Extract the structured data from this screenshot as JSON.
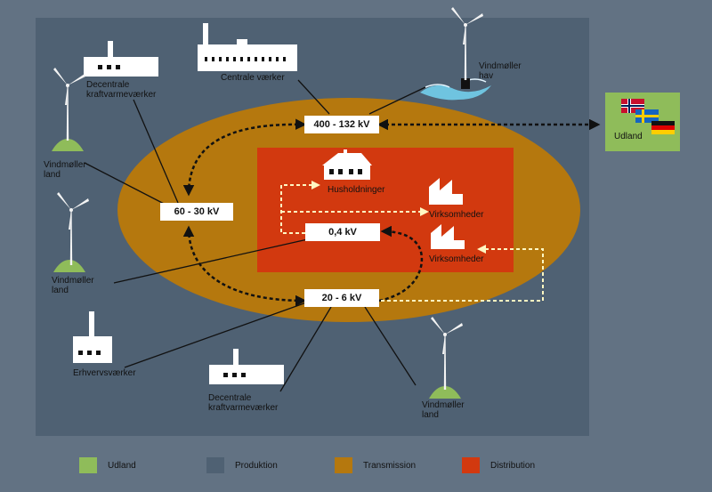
{
  "colors": {
    "background": "#627283",
    "production": "#4f6173",
    "transmission": "#b5780e",
    "distribution": "#d2390f",
    "udland": "#8fbc5a"
  },
  "voltages": {
    "v400": "400 - 132 kV",
    "v60": "60 - 30 kV",
    "v04": "0,4  kV",
    "v20": "20 - 6 kV"
  },
  "labels": {
    "centrale": "Centrale værker",
    "vindmoller_hav_1": "Vindmøller",
    "vindmoller_hav_2": "hav",
    "decentrale_top_1": "Decentrale",
    "decentrale_top_2": "kraftvarmeværker",
    "vind_land_top_1": "Vindmøller",
    "vind_land_top_2": "land",
    "vind_land_mid_1": "Vindmøller",
    "vind_land_mid_2": "land",
    "erhverv": "Erhvervsværker",
    "decentrale_bottom_1": "Decentrale",
    "decentrale_bottom_2": "kraftvarmeværker",
    "vind_land_bottom_1": "Vindmøller",
    "vind_land_bottom_2": "land",
    "husholdninger": "Husholdninger",
    "virksomheder_1": "Virksomheder",
    "virksomheder_2": "Virksomheder",
    "udland": "Udland"
  },
  "legend": [
    {
      "label": "Udland",
      "color": "#8fbc5a"
    },
    {
      "label": "Produktion",
      "color": "#4f6173"
    },
    {
      "label": "Transmission",
      "color": "#b5780e"
    },
    {
      "label": "Distribution",
      "color": "#d2390f"
    }
  ]
}
